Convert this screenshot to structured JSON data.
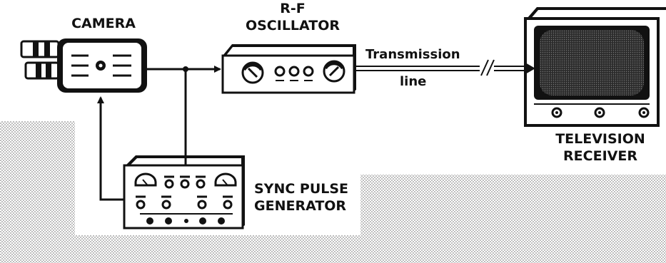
{
  "labels": {
    "camera": "CAMERA",
    "rf_line1": "R-F",
    "rf_line2": "OSCILLATOR",
    "transmission": "Transmission",
    "line": "line",
    "tv_line1": "TELEVISION",
    "tv_line2": "RECEIVER",
    "sync_line1": "SYNC PULSE",
    "sync_line2": "GENERATOR"
  },
  "colors": {
    "ink": "#111111",
    "background_dots": "#9a9a9a",
    "screen": "#3a3a3a"
  }
}
